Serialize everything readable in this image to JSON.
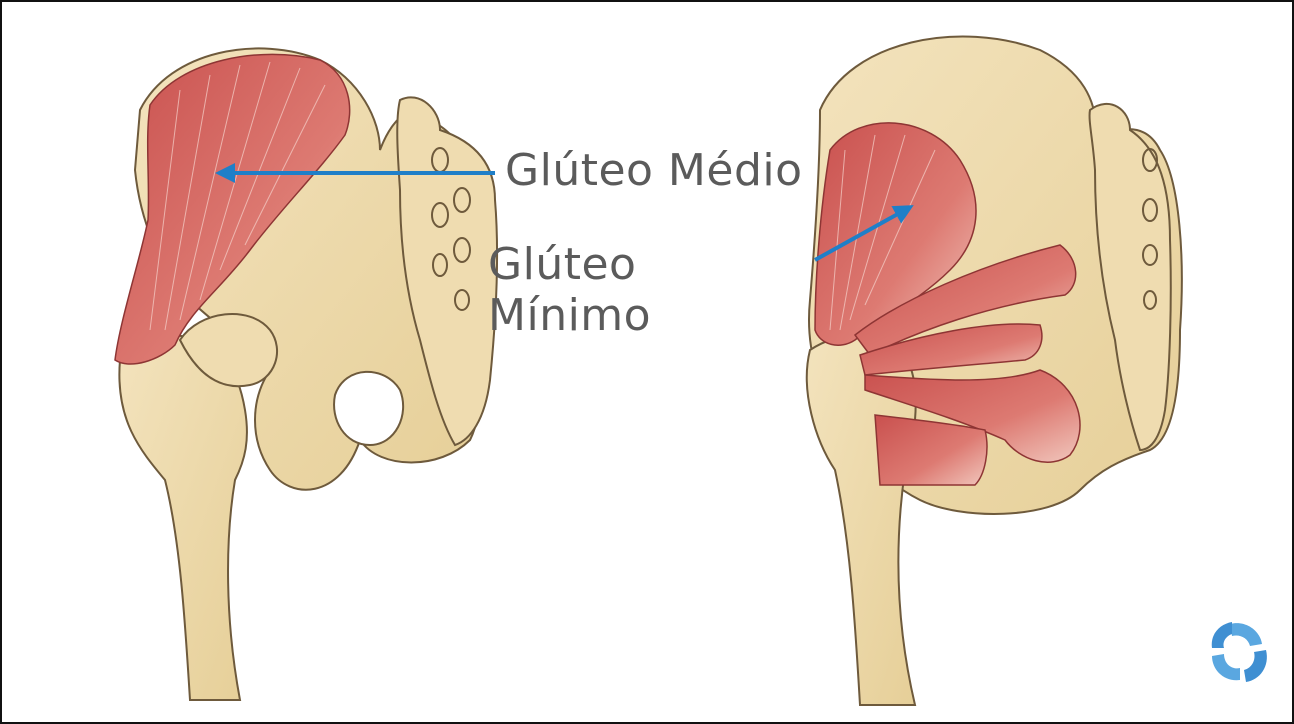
{
  "labels": {
    "gluteus_medius": "Glúteo Médio",
    "gluteus_minimus_line1": "Glúteo",
    "gluteus_minimus_line2": "Mínimo"
  },
  "colors": {
    "bone": "#efdcb0",
    "bone_outline": "#6e5a3c",
    "muscle": "#d4625f",
    "muscle_light": "#f2c0b8",
    "arrow": "#1f7fc8",
    "text": "#5b5b5b",
    "logo": "#5aa7e0"
  },
  "icons": {
    "logo": "brand-logo-icon"
  }
}
